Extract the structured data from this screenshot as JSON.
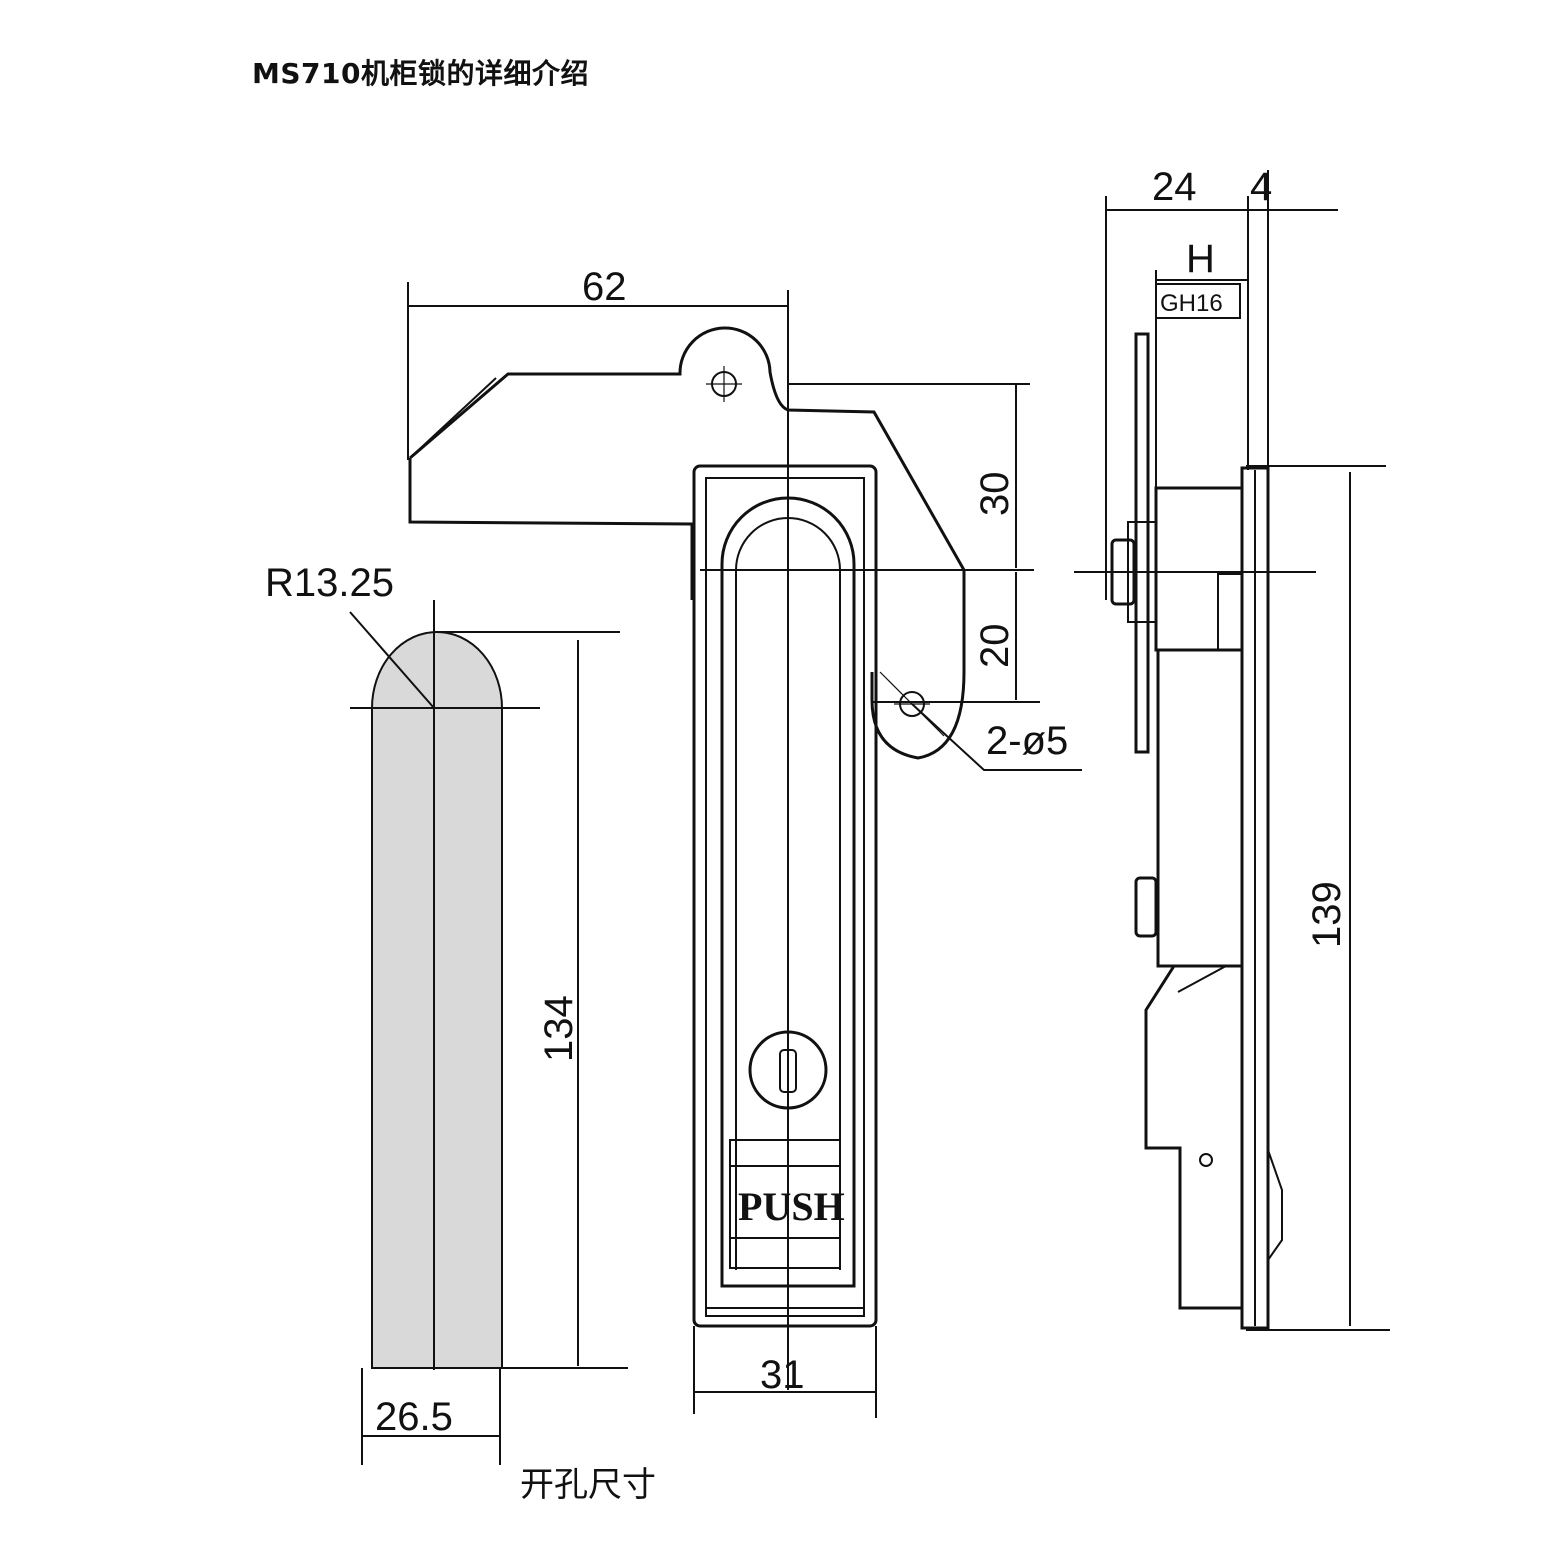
{
  "title": "MS710机柜锁的详细介绍",
  "labels": {
    "cutout_caption": "开孔尺寸",
    "push": "PUSH",
    "model": "GH16"
  },
  "dimensions": {
    "radius": "R13.25",
    "cutout_height": "134",
    "cutout_width": "26.5",
    "handle_width": "31",
    "top_length": "62",
    "d30": "30",
    "d20": "20",
    "holes": "2-ø5",
    "side_24": "24",
    "side_4": "4",
    "side_h": "H",
    "side_139": "139"
  }
}
